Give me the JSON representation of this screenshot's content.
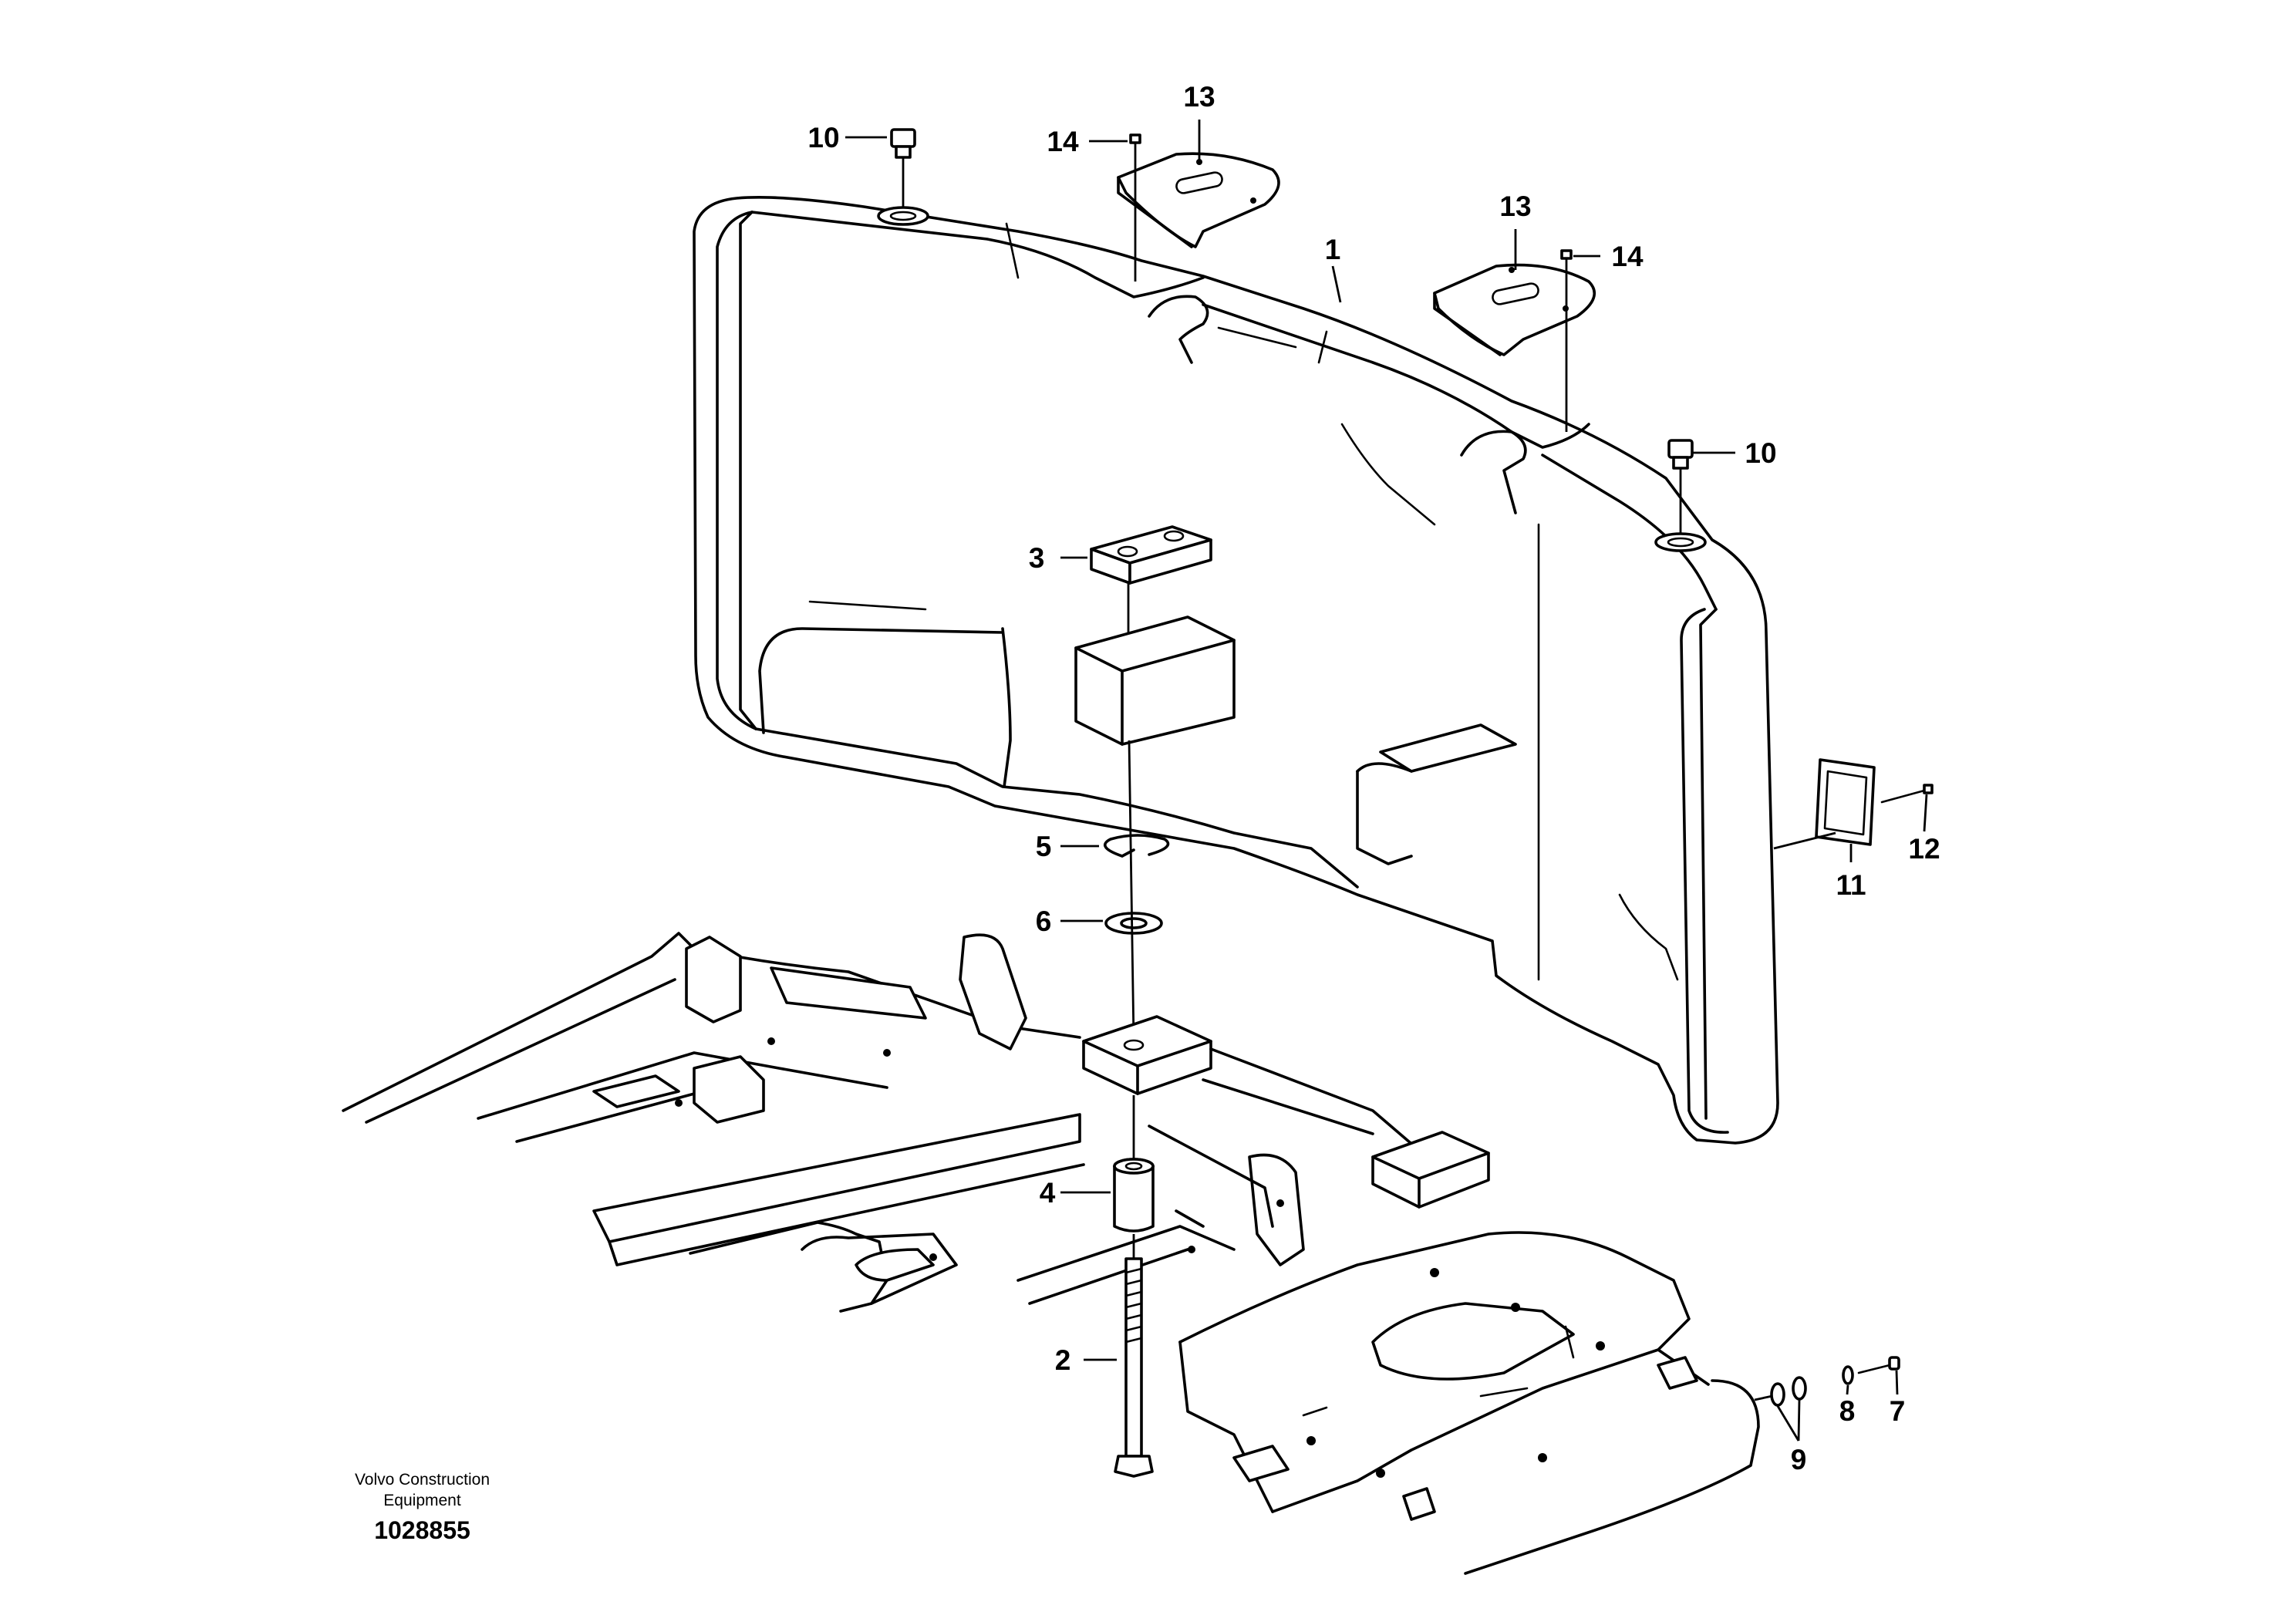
{
  "callouts": [
    {
      "id": "1",
      "text": "1"
    },
    {
      "id": "2",
      "text": "2"
    },
    {
      "id": "3",
      "text": "3"
    },
    {
      "id": "4",
      "text": "4"
    },
    {
      "id": "5",
      "text": "5"
    },
    {
      "id": "6",
      "text": "6"
    },
    {
      "id": "7",
      "text": "7"
    },
    {
      "id": "8",
      "text": "8"
    },
    {
      "id": "9",
      "text": "9"
    },
    {
      "id": "10a",
      "text": "10"
    },
    {
      "id": "10b",
      "text": "10"
    },
    {
      "id": "11",
      "text": "11"
    },
    {
      "id": "12",
      "text": "12"
    },
    {
      "id": "13a",
      "text": "13"
    },
    {
      "id": "13b",
      "text": "13"
    },
    {
      "id": "14a",
      "text": "14"
    },
    {
      "id": "14b",
      "text": "14"
    }
  ],
  "footer": {
    "maker_line1": "Volvo Construction",
    "maker_line2": "Equipment",
    "document_number": "1028855"
  }
}
